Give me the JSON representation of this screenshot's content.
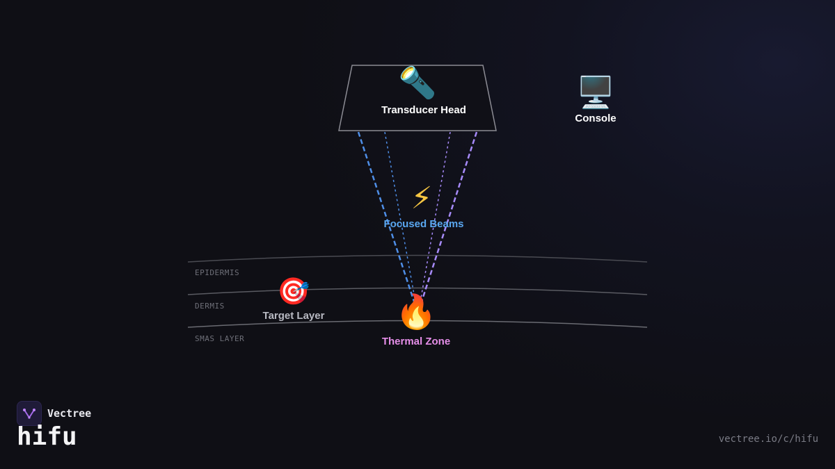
{
  "nodes": {
    "transducer": {
      "icon": "flashlight-icon",
      "glyph": "🔦",
      "label": "Transducer Head"
    },
    "console": {
      "icon": "desktop-computer-icon",
      "glyph": "🖥️",
      "label": "Console"
    },
    "beams": {
      "icon": "lightning-icon",
      "glyph": "⚡",
      "label": "Focused Beams"
    },
    "target": {
      "icon": "target-icon",
      "glyph": "🎯",
      "label": "Target Layer"
    },
    "thermal": {
      "icon": "fire-icon",
      "glyph": "🔥",
      "label": "Thermal Zone"
    }
  },
  "layers": [
    "EPIDERMIS",
    "DERMIS",
    "SMAS LAYER"
  ],
  "colors": {
    "beam_left": "#4f8fe8",
    "beam_right": "#a78bfa",
    "beams_label": "#5aa7f0",
    "thermal_label": "#e58ee8",
    "target_label": "#b8b9c2",
    "white_label": "#ffffff"
  },
  "brand": {
    "name": "Vectree",
    "title": "hifu",
    "url": "vectree.io/c/hifu"
  }
}
